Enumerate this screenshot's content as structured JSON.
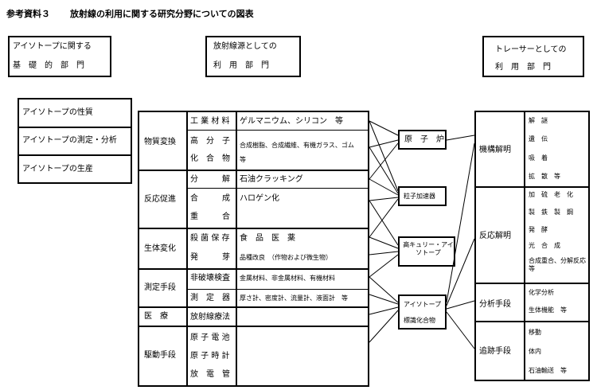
{
  "header": {
    "ref": "参考資料３",
    "title": "放射線の利用に関する研究分野についての図表"
  },
  "top_boxes": {
    "left": [
      "アイソトープに関する",
      "基　礎　的　部　門"
    ],
    "center": [
      "放射線源としての",
      "利　用　部　門"
    ],
    "right": [
      "トレーサーとしての",
      "利　用　部　門"
    ]
  },
  "iso_box": [
    "アイソトープの性質",
    "アイソトープの測定・分析",
    "アイソトープの生産"
  ],
  "center_table": {
    "categories": [
      "物質変換",
      "反応促進",
      "生体変化",
      "測定手段",
      "医　療",
      "駆動手段"
    ],
    "rows": [
      {
        "item": "工 業 材 料",
        "detail": "ゲルマニウム、シリコン　等"
      },
      {
        "item": "高　分　子",
        "detail": ""
      },
      {
        "item": "化　合　物",
        "detail": "合成樹脂、合成繊維、有機ガラス、ゴム　等"
      },
      {
        "item": "分　　　解",
        "detail": "石油クラッキング"
      },
      {
        "item": "合　　　成",
        "detail": "ハロゲン化"
      },
      {
        "item": "重　　　合",
        "detail": ""
      },
      {
        "item": "殺 菌 保 存",
        "detail": "食　品　医　薬"
      },
      {
        "item": "発　　　芽",
        "detail": "品種改良　（作物および微生物）"
      },
      {
        "item": "非破壊検査",
        "detail": "金属材料、非金属材料、有機材料"
      },
      {
        "item": "測　定　器",
        "detail": "厚さ計、密度計、流量計、液面計　等"
      },
      {
        "item": "放射線療法",
        "detail": ""
      },
      {
        "item": "原 子 電 池",
        "detail": ""
      },
      {
        "item": "原 子 時 計",
        "detail": ""
      },
      {
        "item": "放　電　管",
        "detail": ""
      }
    ]
  },
  "sources": [
    "原　子　炉",
    "粒子加速器",
    "高キュリー・アイソトープ",
    "アイソトープ",
    "標識化合物"
  ],
  "right_table": {
    "categories": [
      "機構解明",
      "反応解明",
      "分析手段",
      "追跡手段"
    ],
    "groups": [
      [
        "解　謎",
        "遺　伝",
        "吸　着",
        "拡　散　等"
      ],
      [
        "加　硫　老　化",
        "製　鉄　製　鋼",
        "発　酵",
        "光　合　成",
        "合成重合、分解反応　等"
      ],
      [
        "化学分析",
        "生体機能　等"
      ],
      [
        "移動",
        "体内",
        "石油輸送　等"
      ]
    ]
  }
}
